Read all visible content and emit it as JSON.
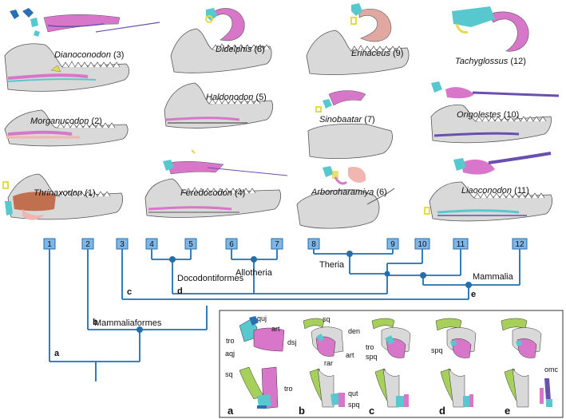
{
  "colors": {
    "tree": "#1f6fb2",
    "box_fill": "#7fb6e6",
    "bone": "#d9d9d9",
    "bone_stroke": "#555555",
    "pink": "#d877c9",
    "cyan": "#58c8cf",
    "yellow": "#e6d94a",
    "green": "#a6d05a",
    "brown": "#c0704f",
    "salmon": "#f2b6b0",
    "purple": "#6a4fb0",
    "blue_dark": "#2a6fb5"
  },
  "taxa": [
    {
      "id": "1",
      "name": "Thrinaxodon",
      "num": "(1)"
    },
    {
      "id": "2",
      "name": "Morganucodon",
      "num": "(2)"
    },
    {
      "id": "3",
      "name": "Dianoconodon",
      "num": "(3)"
    },
    {
      "id": "4",
      "name": "Feredocodon",
      "num": "(4)"
    },
    {
      "id": "5",
      "name": "Haldonodon",
      "num": "(5)"
    },
    {
      "id": "6",
      "name": "Arboroharamiya",
      "num": "(6)"
    },
    {
      "id": "7",
      "name": "Sinobaatar",
      "num": "(7)"
    },
    {
      "id": "8",
      "name": "Didelphis",
      "num": "(8)"
    },
    {
      "id": "9",
      "name": "Erinaceus",
      "num": "(9)"
    },
    {
      "id": "10",
      "name": "Origolestes",
      "num": "(10)"
    },
    {
      "id": "11",
      "name": "Liaoconodon",
      "num": "(11)"
    },
    {
      "id": "12",
      "name": "Tachyglossus",
      "num": "(12)"
    }
  ],
  "clades": {
    "mammaliaformes": "Mammaliaformes",
    "docodontiformes": "Docodontiformes",
    "allotheria": "Allotheria",
    "theria": "Theria",
    "mammalia": "Mammalia"
  },
  "node_letters": {
    "a": "a",
    "b": "b",
    "c": "c",
    "d": "d",
    "e": "e"
  },
  "inset": {
    "panels": [
      "a",
      "b",
      "c",
      "d",
      "e"
    ],
    "labels": {
      "quj": "quj",
      "art": "art",
      "tro": "tro",
      "aqj": "aqj",
      "sq": "sq",
      "tro2": "tro",
      "sq_b": "sq",
      "den": "den",
      "dsj": "dsj",
      "art_b": "art",
      "rar": "rar",
      "qut": "qut",
      "spq": "spq",
      "tro_c": "tro",
      "spq_c": "spq",
      "spq_d": "spq",
      "omc": "omc"
    }
  }
}
